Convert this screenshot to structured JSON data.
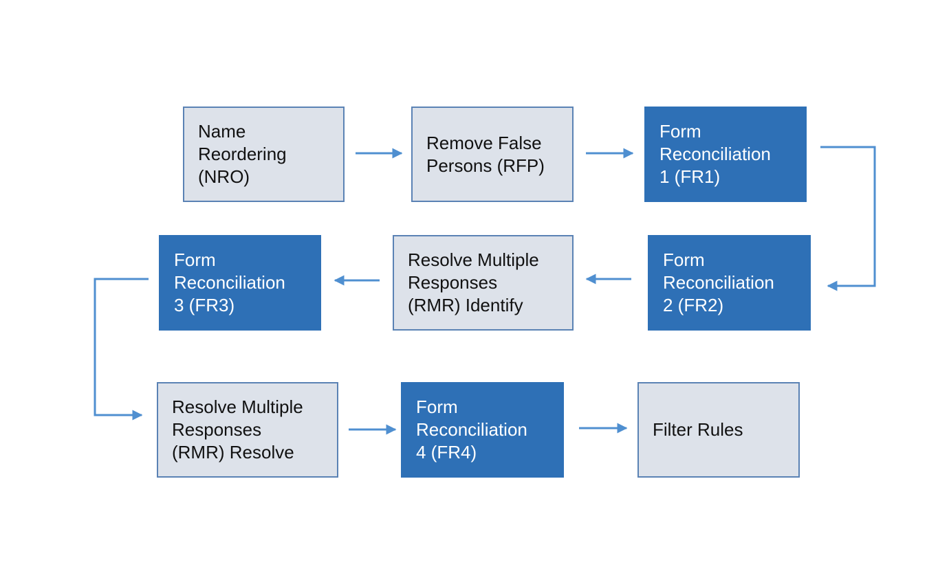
{
  "diagram": {
    "colors": {
      "light_fill": "#dde2ea",
      "light_border": "#5a82b4",
      "dark_fill": "#2e70b6",
      "arrow": "#4f8fd0"
    },
    "nodes": [
      {
        "id": "nro",
        "label": "Name\nReordering\n(NRO)",
        "style": "light"
      },
      {
        "id": "rfp",
        "label": "Remove False\nPersons (RFP)",
        "style": "light"
      },
      {
        "id": "fr1",
        "label": "Form\nReconciliation\n1 (FR1)",
        "style": "dark"
      },
      {
        "id": "fr2",
        "label": "Form\nReconciliation\n2 (FR2)",
        "style": "dark"
      },
      {
        "id": "rmr_identify",
        "label": "Resolve Multiple\nResponses\n(RMR) Identify",
        "style": "light"
      },
      {
        "id": "fr3",
        "label": "Form\nReconciliation\n3 (FR3)",
        "style": "dark"
      },
      {
        "id": "rmr_resolve",
        "label": "Resolve Multiple\nResponses\n(RMR) Resolve",
        "style": "light"
      },
      {
        "id": "fr4",
        "label": "Form\nReconciliation\n4 (FR4)",
        "style": "dark"
      },
      {
        "id": "filter_rules",
        "label": "Filter Rules",
        "style": "light"
      }
    ],
    "edges": [
      {
        "from": "nro",
        "to": "rfp"
      },
      {
        "from": "rfp",
        "to": "fr1"
      },
      {
        "from": "fr1",
        "to": "fr2"
      },
      {
        "from": "fr2",
        "to": "rmr_identify"
      },
      {
        "from": "rmr_identify",
        "to": "fr3"
      },
      {
        "from": "fr3",
        "to": "rmr_resolve"
      },
      {
        "from": "rmr_resolve",
        "to": "fr4"
      },
      {
        "from": "fr4",
        "to": "filter_rules"
      }
    ]
  }
}
